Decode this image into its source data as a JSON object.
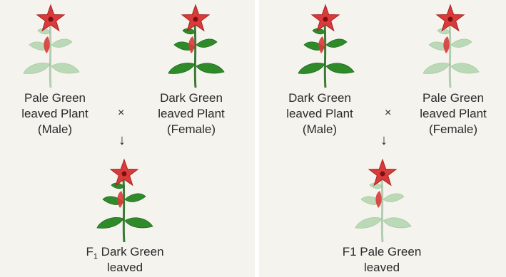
{
  "colors": {
    "background": "#f4f3ed",
    "flower": "#d93a3a",
    "dark_leaf": "#2f8a2a",
    "pale_leaf": "#a9cfa6"
  },
  "left_cross": {
    "parent_a": {
      "lines": [
        "Pale Green",
        "leaved Plant",
        "(Male)"
      ],
      "leaf_color": "pale"
    },
    "parent_b": {
      "lines": [
        "Dark Green",
        "leaved Plant",
        "(Female)"
      ],
      "leaf_color": "dark"
    },
    "cross_symbol": "×",
    "arrow_symbol": "↓",
    "offspring": {
      "prefix": "F",
      "subscript": "1",
      "line1_rest": " Dark Green",
      "line2": "leaved",
      "leaf_color": "dark"
    }
  },
  "right_cross": {
    "parent_a": {
      "lines": [
        "Dark Green",
        "leaved Plant",
        "(Male)"
      ],
      "leaf_color": "dark"
    },
    "parent_b": {
      "lines": [
        "Pale Green",
        "leaved Plant",
        "(Female)"
      ],
      "leaf_color": "pale"
    },
    "cross_symbol": "×",
    "arrow_symbol": "↓",
    "offspring": {
      "line1": "F1 Pale Green",
      "line2": "leaved",
      "leaf_color": "pale"
    }
  }
}
